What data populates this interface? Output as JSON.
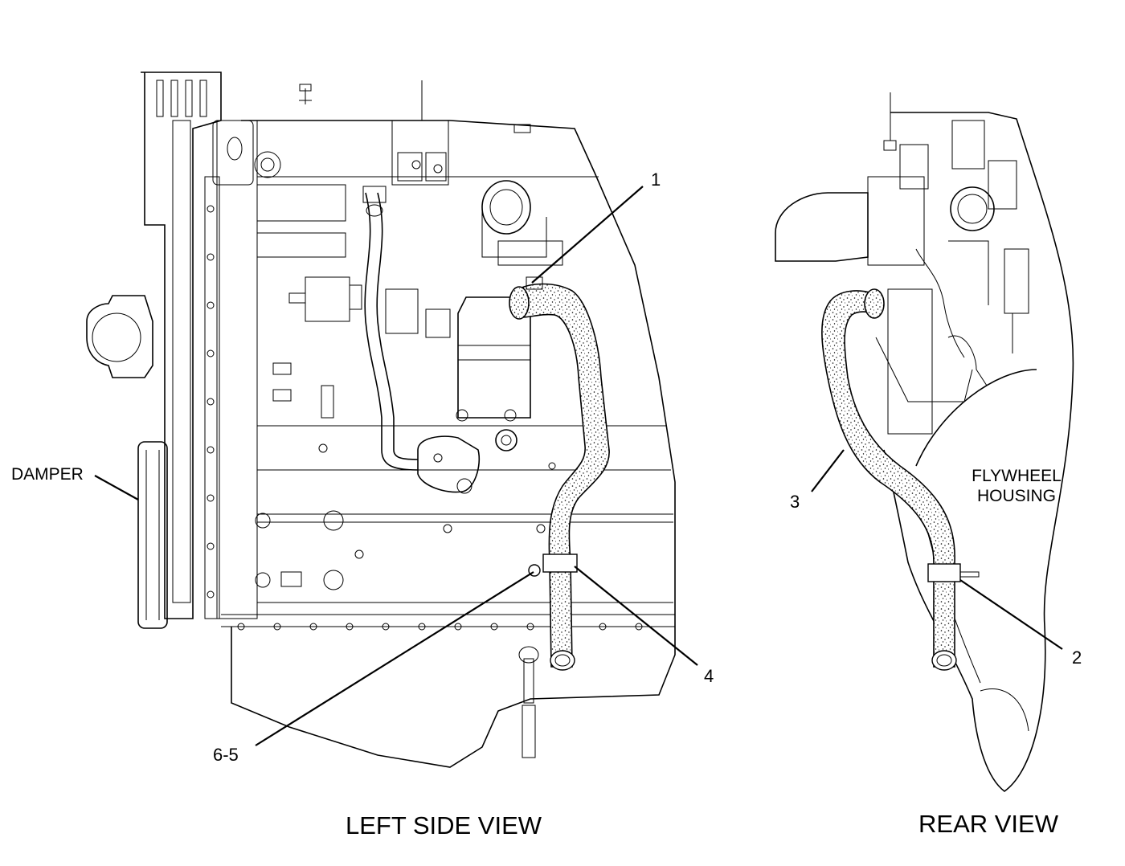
{
  "callouts": {
    "c1": "1",
    "c2": "2",
    "c3": "3",
    "c4": "4",
    "c65": "6-5"
  },
  "labels": {
    "damper": "DAMPER",
    "flywheel_line1": "FLYWHEEL",
    "flywheel_line2": "HOUSING"
  },
  "views": {
    "left": "LEFT SIDE VIEW",
    "rear": "REAR VIEW"
  }
}
